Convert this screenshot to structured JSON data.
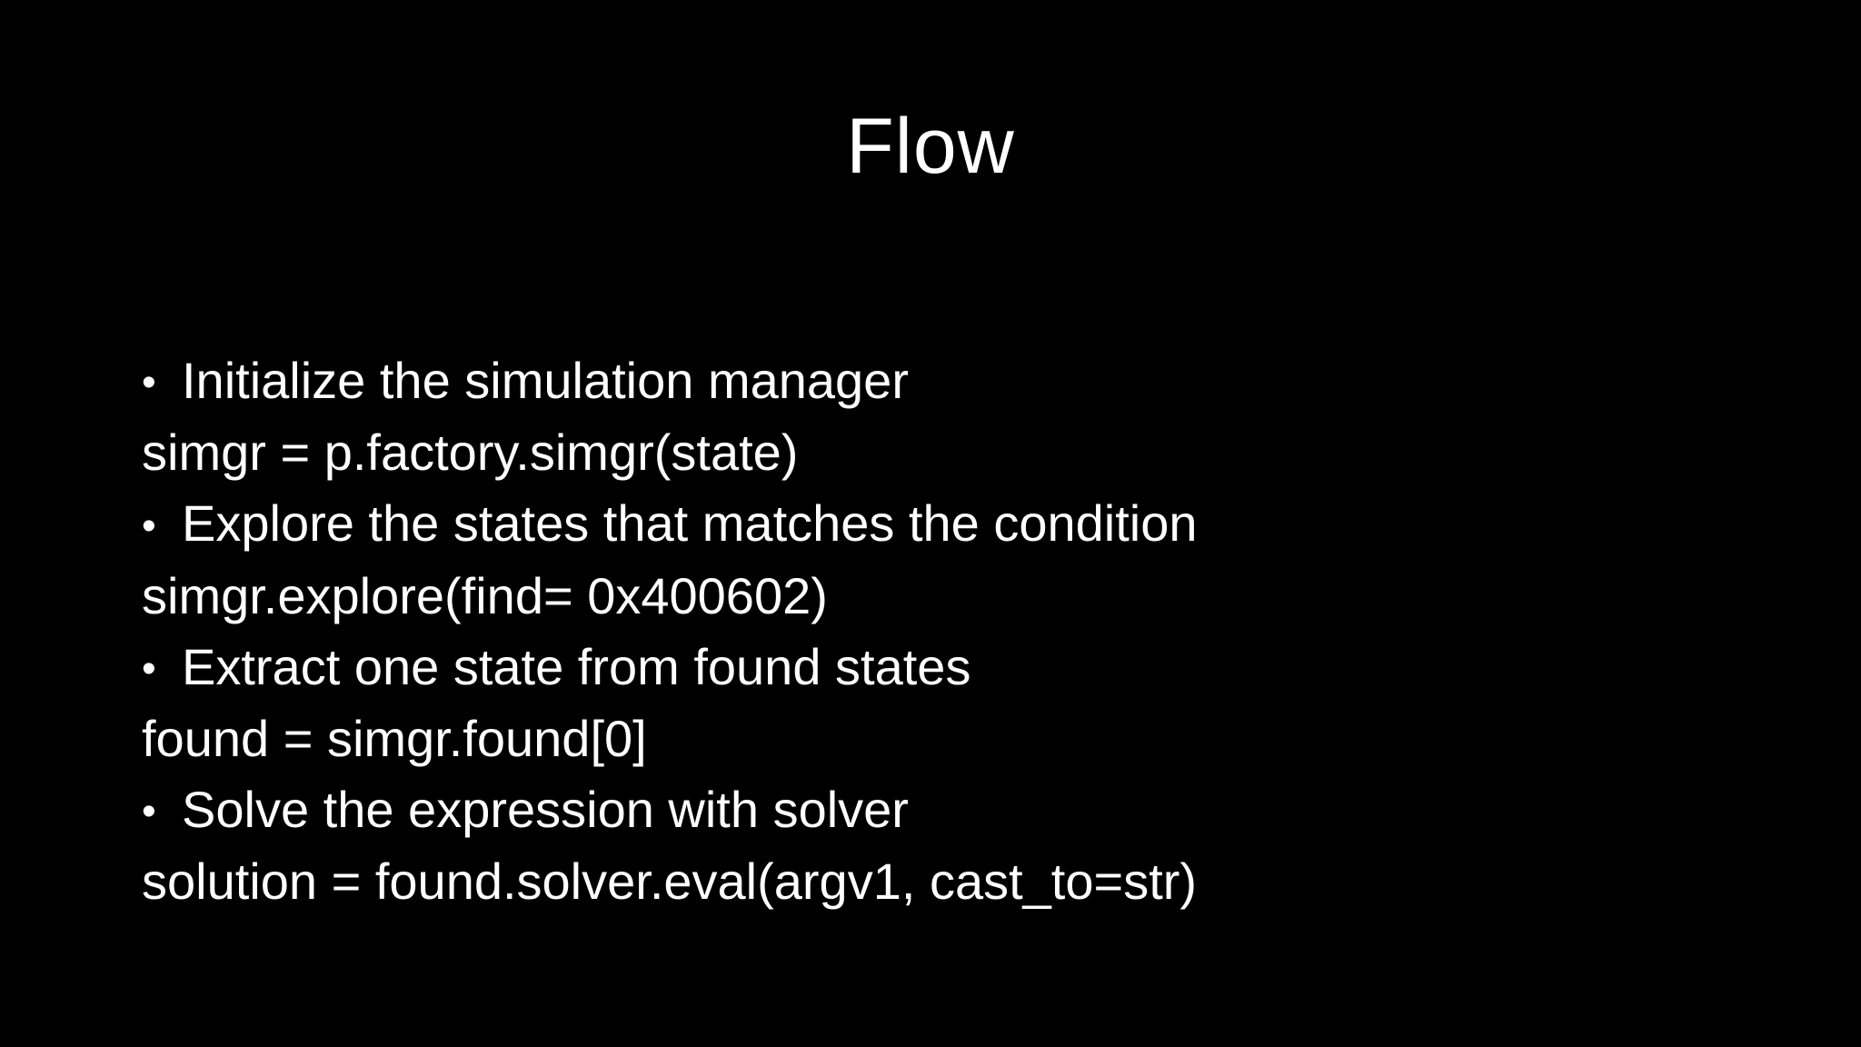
{
  "slide": {
    "title": "Flow",
    "bullet_char": "•",
    "colors": {
      "background": "#000000",
      "text": "#ffffff"
    },
    "lines": [
      {
        "type": "bullet",
        "text": "Initialize the simulation manager"
      },
      {
        "type": "code",
        "text": "simgr = p.factory.simgr(state)"
      },
      {
        "type": "bullet",
        "text": "Explore the states that matches the condition"
      },
      {
        "type": "code",
        "text": "simgr.explore(find= 0x400602)"
      },
      {
        "type": "bullet",
        "text": "Extract one state from found states"
      },
      {
        "type": "code",
        "text": "found = simgr.found[0]"
      },
      {
        "type": "bullet",
        "text": "Solve the expression with solver"
      },
      {
        "type": "code",
        "text": "solution = found.solver.eval(argv1, cast_to=str)"
      }
    ]
  }
}
